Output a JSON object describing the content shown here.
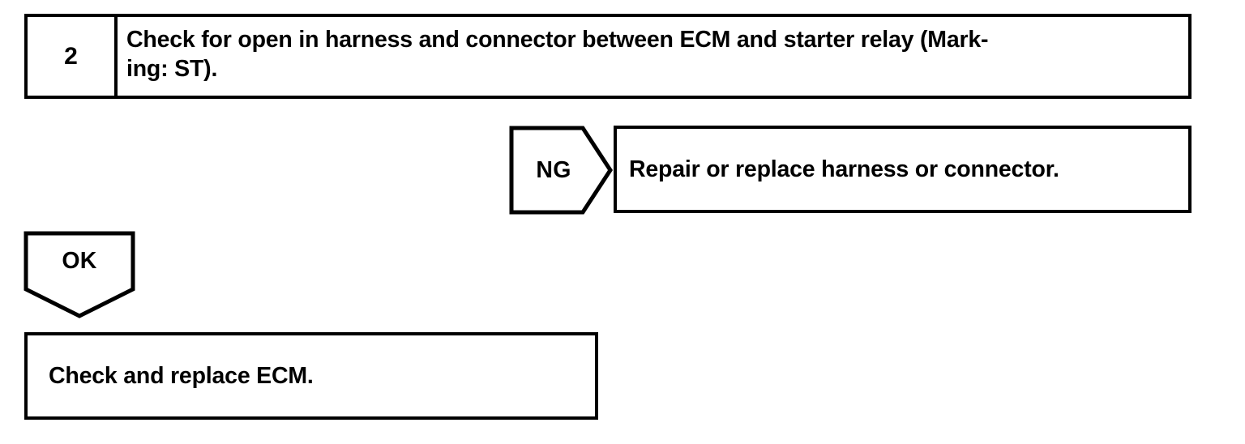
{
  "document": {
    "type": "diagnostic-flowchart",
    "background_color": "#ffffff",
    "line_color": "#000000"
  },
  "step": {
    "number": "2",
    "instruction": "Check for open in harness and connector between ECM and starter relay (Mark-\ning: ST)."
  },
  "branches": {
    "ng": {
      "label": "NG",
      "direction": "right",
      "outcome": "Repair or replace harness or connector."
    },
    "ok": {
      "label": "OK",
      "direction": "down",
      "outcome": "Check and replace ECM."
    }
  }
}
